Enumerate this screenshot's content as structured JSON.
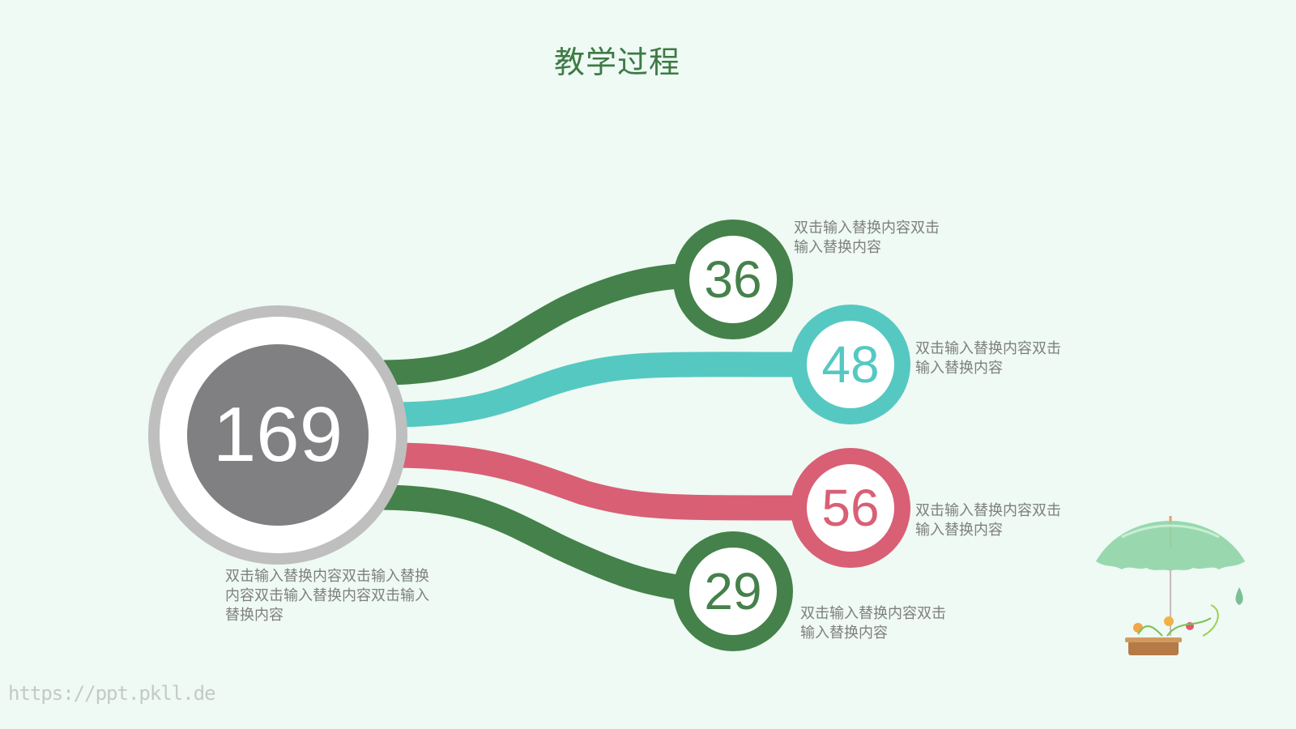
{
  "title": "教学过程",
  "center": {
    "value": "169",
    "description": "双击输入替换内容双击输入替换内容双击输入替换内容双击输入替换内容",
    "colors": {
      "ring": "#bfbfbf",
      "inner": "#ffffff",
      "disc": "#807f81",
      "text": "#ffffff"
    }
  },
  "nodes": [
    {
      "value": "36",
      "description": "双击输入替换内容双击输入替换内容",
      "color": "#45814a"
    },
    {
      "value": "48",
      "description": "双击输入替换内容双击输入替换内容",
      "color": "#56c8c2"
    },
    {
      "value": "56",
      "description": "双击输入替换内容双击输入替换内容",
      "color": "#d95f75"
    },
    {
      "value": "29",
      "description": "双击输入替换内容双击输入替换内容",
      "color": "#45814a"
    }
  ],
  "decoration": {
    "umbrella_icon": "umbrella-with-flower-basket"
  },
  "watermark": "https://ppt.pkll.de",
  "colors": {
    "background": "#eefaf3",
    "title": "#3e7a45",
    "body_text": "#7f7f7f"
  }
}
